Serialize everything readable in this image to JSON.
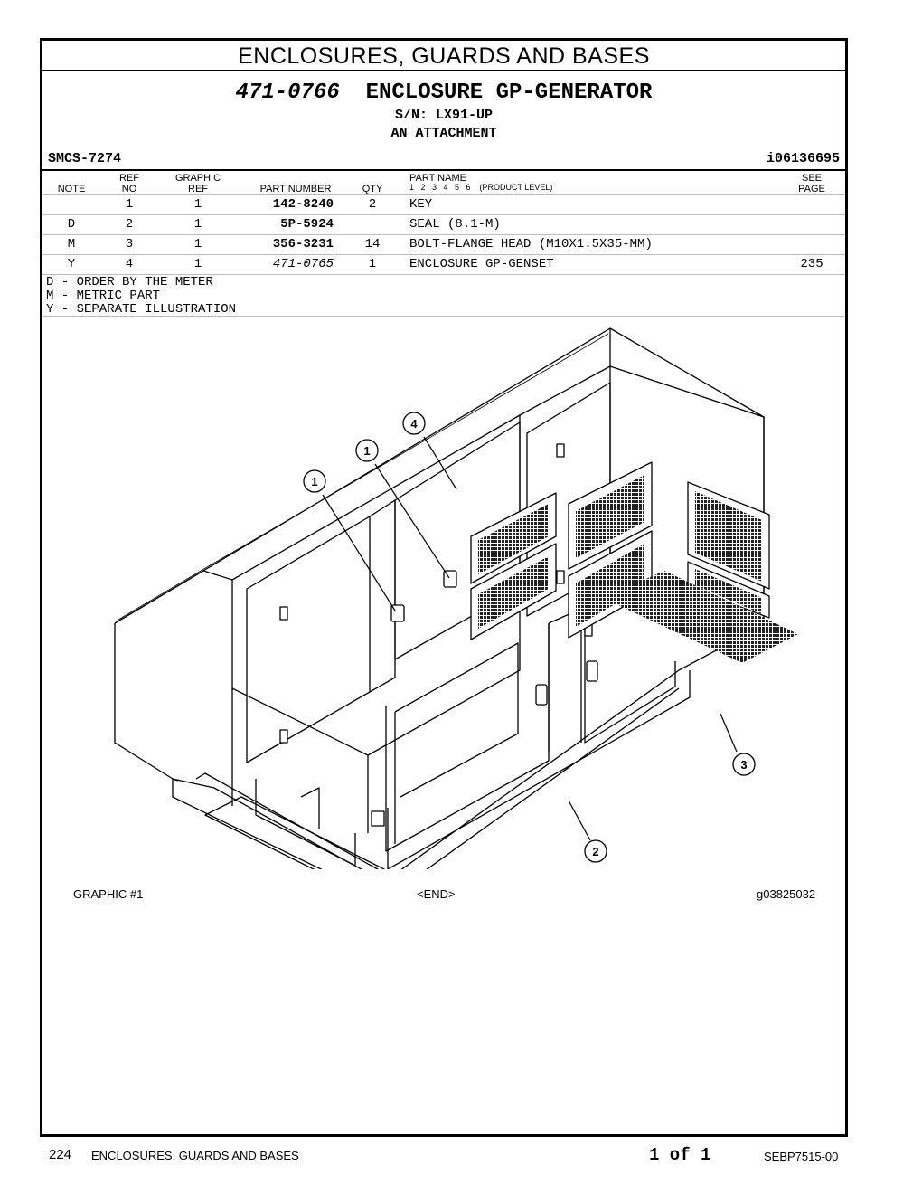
{
  "section_title": "ENCLOSURES, GUARDS AND BASES",
  "header": {
    "part_number": "471-0766",
    "title": "ENCLOSURE GP-GENERATOR",
    "serial": "S/N: LX91-UP",
    "attachment": "AN ATTACHMENT",
    "smcs": "SMCS-7274",
    "ident": "i06136695"
  },
  "columns": {
    "note": "NOTE",
    "ref_no_1": "REF",
    "ref_no_2": "NO",
    "graphic_ref_1": "GRAPHIC",
    "graphic_ref_2": "REF",
    "part_number": "PART NUMBER",
    "qty": "QTY",
    "part_name": "PART NAME",
    "levels": "1   2   3   4   5   6    (PRODUCT LEVEL)",
    "see_page_1": "SEE",
    "see_page_2": "PAGE"
  },
  "parts": [
    {
      "note": "",
      "ref": "1",
      "gref": "1",
      "part_number": "142-8240",
      "qty": "2",
      "name": "KEY",
      "see_page": ""
    },
    {
      "note": "D",
      "ref": "2",
      "gref": "1",
      "part_number": "5P-5924",
      "qty": "",
      "name": "SEAL (8.1-M)",
      "see_page": ""
    },
    {
      "note": "M",
      "ref": "3",
      "gref": "1",
      "part_number": "356-3231",
      "qty": "14",
      "name": "BOLT-FLANGE HEAD (M10X1.5X35-MM)",
      "see_page": ""
    },
    {
      "note": "Y",
      "ref": "4",
      "gref": "1",
      "part_number": "471-0765",
      "qty": "1",
      "name": "ENCLOSURE GP-GENSET",
      "see_page": "235"
    }
  ],
  "notes": [
    "D - ORDER BY THE METER",
    "M - METRIC PART",
    "Y - SEPARATE ILLUSTRATION"
  ],
  "callouts": [
    "1",
    "1",
    "4",
    "3",
    "2"
  ],
  "graphic": {
    "label": "GRAPHIC #1",
    "end": "<END>",
    "id": "g03825032"
  },
  "footer": {
    "page": "224",
    "section": "ENCLOSURES, GUARDS AND BASES",
    "of": "1 of 1",
    "book": "SEBP7515-00"
  }
}
